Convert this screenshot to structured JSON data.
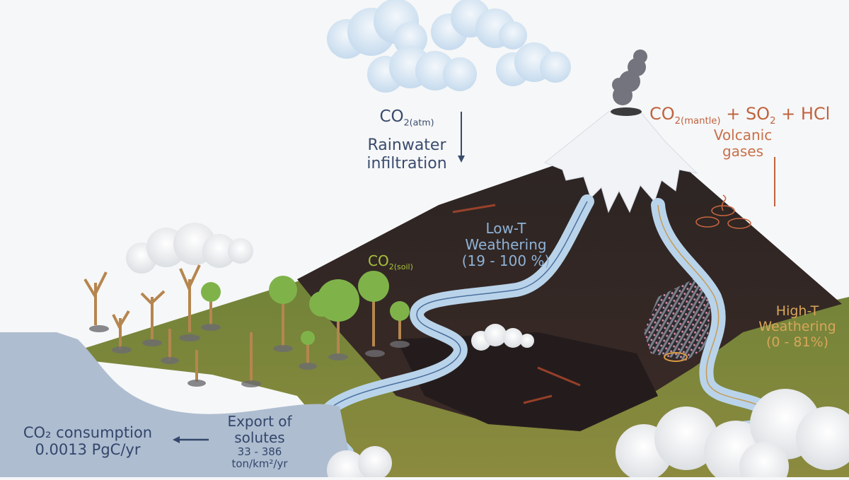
{
  "figure": {
    "title": "Volcanic weathering and CO2 consumption",
    "colors": {
      "sky": "#f6f7f8",
      "rock_dark": "#2f2624",
      "grass": "#7d8a3c",
      "water_body": "#aebdd0",
      "river": "#b9d4ea",
      "snow": "#f1f3f6",
      "atm_text": "#3a4b6e",
      "volcanic_text": "#c0633f",
      "lowT_text": "#8fb2d6",
      "soil_text": "#a8c23c",
      "highT_text": "#d9a65a",
      "consumption_text": "#33466b"
    }
  },
  "labels": {
    "atm": {
      "main": "CO",
      "sub": "2(atm)",
      "process": "Rainwater infiltration"
    },
    "mantle": {
      "co2": "CO",
      "co2_sub": "2(mantle)",
      "plus1": " + SO",
      "so2_sub": "2",
      "plus2": " + HCl"
    },
    "volcanic": {
      "line1": "Volcanic",
      "line2": "gases"
    },
    "low_t": {
      "line1": "Low-T",
      "line2": "Weathering",
      "line3": "(19 - 100 %)"
    },
    "soil": {
      "main": "CO",
      "sub": "2(soil)"
    },
    "high_t": {
      "line1": "High-T",
      "line2": "Weathering",
      "line3": "(0 - 81%)"
    },
    "consumption": {
      "line1": "CO₂ consumption",
      "line2": "0.0013 PgC/yr"
    },
    "export": {
      "line1": "Export of",
      "line2": "solutes",
      "line3": "33 - 386",
      "line4": "ton/km²/yr"
    }
  }
}
